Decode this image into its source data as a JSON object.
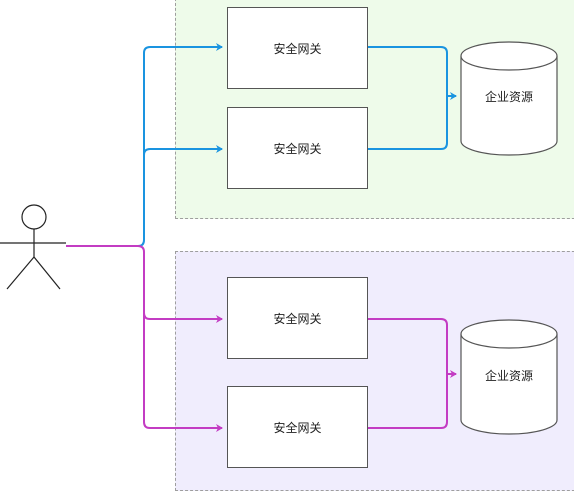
{
  "zones": {
    "top_fill": "#eefbea",
    "bottom_fill": "#f0edfd"
  },
  "gateways": [
    {
      "label": "安全网关"
    },
    {
      "label": "安全网关"
    },
    {
      "label": "安全网关"
    },
    {
      "label": "安全网关"
    }
  ],
  "resources": [
    {
      "label": "企业资源"
    },
    {
      "label": "企业资源"
    }
  ],
  "connectors": {
    "top_color": "#1a94e0",
    "bottom_color": "#c33cc3"
  },
  "actor": {
    "icon": "user-stick-figure-icon"
  }
}
